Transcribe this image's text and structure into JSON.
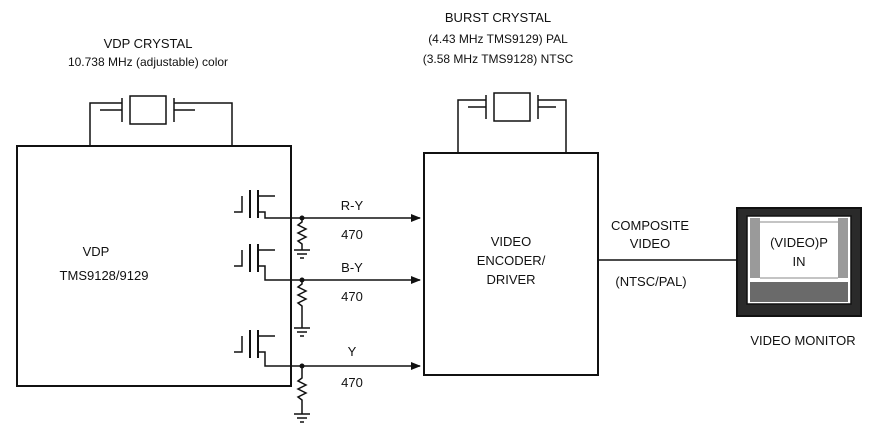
{
  "vdp_crystal": {
    "title": "VDP CRYSTAL",
    "spec": "10.738 MHz (adjustable) color"
  },
  "burst_crystal": {
    "title": "BURST CRYSTAL",
    "pal_line": "(4.43 MHz TMS9129) PAL",
    "ntsc_line": "(3.58 MHz TMS9128) NTSC"
  },
  "vdp_block": {
    "title": "VDP",
    "part": "TMS9128/9129"
  },
  "signals": [
    {
      "name": "R-Y",
      "resistor": "470"
    },
    {
      "name": "B-Y",
      "resistor": "470"
    },
    {
      "name": "Y",
      "resistor": "470"
    }
  ],
  "encoder_block": {
    "line1": "VIDEO",
    "line2": "ENCODER/",
    "line3": "DRIVER"
  },
  "composite": {
    "line1": "COMPOSITE",
    "line2": "VIDEO",
    "standard": "(NTSC/PAL)"
  },
  "monitor": {
    "screen_line1": "(VIDEO)P",
    "screen_line2": "IN",
    "caption": "VIDEO MONITOR"
  }
}
